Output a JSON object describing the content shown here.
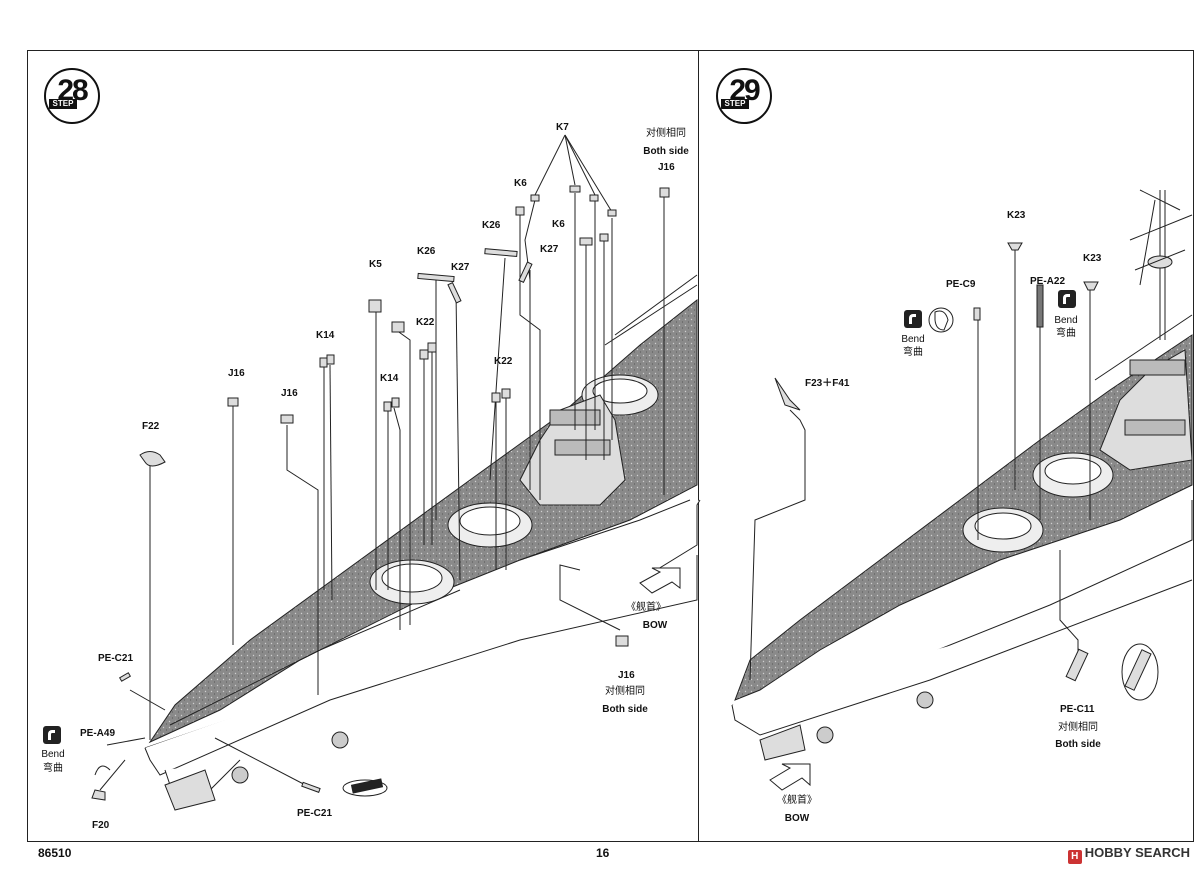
{
  "steps": {
    "left": "28",
    "right": "29",
    "word": "STEP"
  },
  "left_panel": {
    "parts": {
      "k7": "K7",
      "k6a": "K6",
      "k6b": "K6",
      "k26a": "K26",
      "k26b": "K26",
      "k27a": "K27",
      "k27b": "K27",
      "k5": "K5",
      "k22a": "K22",
      "k22b": "K22",
      "k14a": "K14",
      "k14b": "K14",
      "j16a": "J16",
      "j16b": "J16",
      "j16c": "J16",
      "j16d": "J16",
      "f22": "F22",
      "f20": "F20",
      "pe_c21a": "PE-C21",
      "pe_c21b": "PE-C21",
      "pe_a49": "PE-A49"
    },
    "both_side_top_cn": "对侧相同",
    "both_side_top_en": "Both side",
    "both_side_bottom_cn": "对侧相同",
    "both_side_bottom_en": "Both side",
    "bow_cn": "《舰首》",
    "bow_en": "BOW",
    "bend_en": "Bend",
    "bend_cn": "弯曲"
  },
  "right_panel": {
    "parts": {
      "k23a": "K23",
      "k23b": "K23",
      "pe_c9": "PE-C9",
      "pe_a22": "PE-A22",
      "f23_f41": "F23＋F41",
      "pe_c11": "PE-C11"
    },
    "bend1_en": "Bend",
    "bend1_cn": "弯曲",
    "bend2_en": "Bend",
    "bend2_cn": "弯曲",
    "both_side_cn": "对侧相同",
    "both_side_en": "Both side",
    "bow_cn": "《舰首》",
    "bow_en": "BOW"
  },
  "footer": {
    "code": "86510",
    "page": "16",
    "watermark": "HOBBY SEARCH"
  }
}
